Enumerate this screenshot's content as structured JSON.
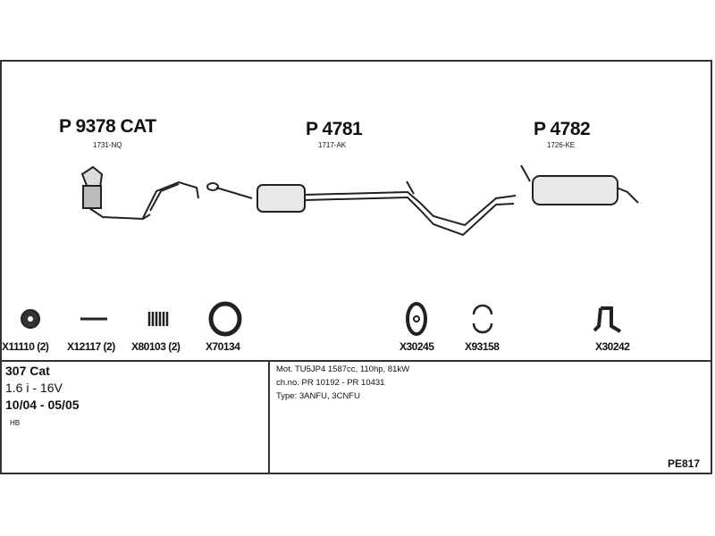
{
  "parts": [
    {
      "number": "P 9378 CAT",
      "code": "1731-NQ"
    },
    {
      "number": "P 4781",
      "code": "1717-AK"
    },
    {
      "number": "P 4782",
      "code": "1726-KE"
    }
  ],
  "accessories": [
    "X11110 (2)",
    "X12117 (2)",
    "X80103 (2)",
    "X70134",
    "X30245",
    "X93158",
    "X30242"
  ],
  "vehicle": {
    "model": "307 Cat",
    "engine": "1.6 i - 16V",
    "dates": "10/04 - 05/05",
    "body": "HB"
  },
  "specs": {
    "motor": "Mot. TU5JP4 1587cc, 110hp, 81kW",
    "chassis": "ch.no. PR 10192 - PR 10431",
    "type": "Type: 3ANFU, 3CNFU"
  },
  "diagram_id": "PE817"
}
